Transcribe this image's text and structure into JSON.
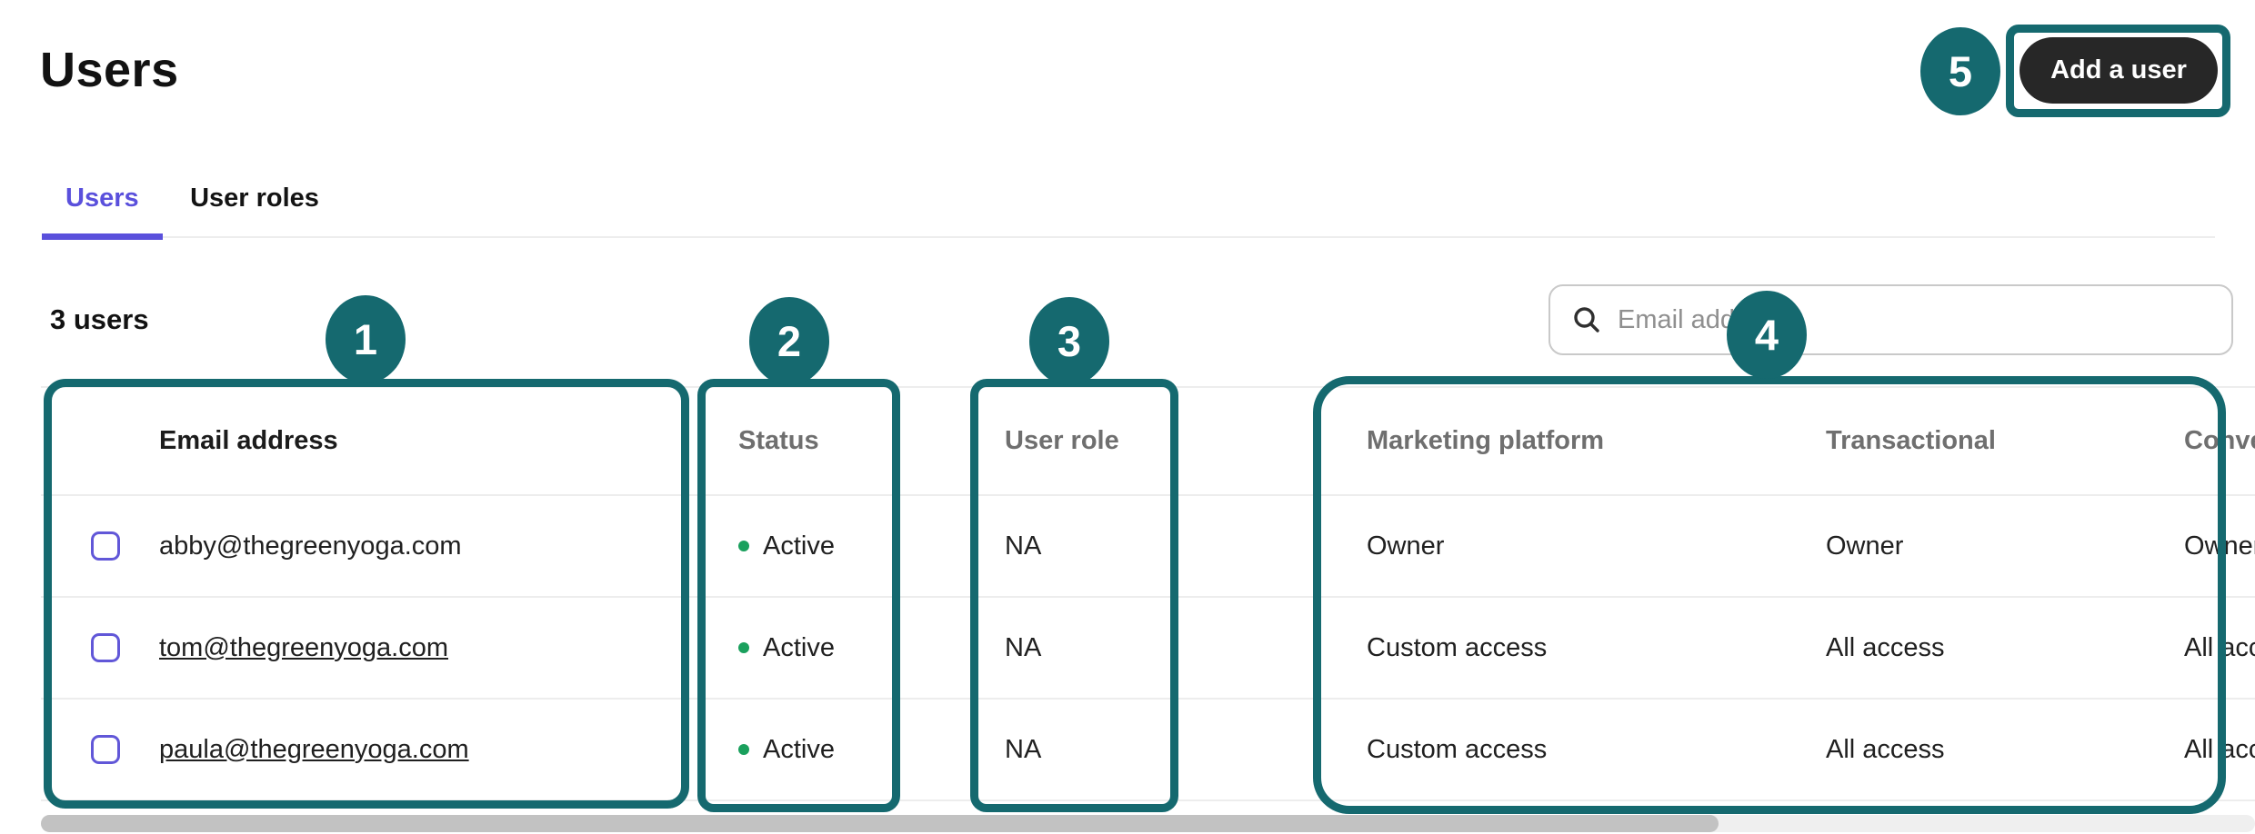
{
  "page": {
    "title": "Users"
  },
  "tabs": [
    {
      "label": "Users",
      "active": true
    },
    {
      "label": "User roles",
      "active": false
    }
  ],
  "toolbar": {
    "add_user_label": "Add a user"
  },
  "summary": {
    "users_count": "3 users"
  },
  "search": {
    "placeholder": "Email address",
    "icon": "magnifier"
  },
  "table": {
    "columns": [
      "Email address",
      "Status",
      "User role",
      "Marketing platform",
      "Transactional",
      "Conversations"
    ],
    "rows": [
      {
        "email": "abby@thegreenyoga.com",
        "status": "Active",
        "user_role": "NA",
        "marketing_platform": "Owner",
        "transactional": "Owner",
        "conversations": "Owner"
      },
      {
        "email": "tom@thegreenyoga.com",
        "status": "Active",
        "user_role": "NA",
        "marketing_platform": "Custom access",
        "transactional": "All access",
        "conversations": "All access"
      },
      {
        "email": "paula@thegreenyoga.com",
        "status": "Active",
        "user_role": "NA",
        "marketing_platform": "Custom access",
        "transactional": "All access",
        "conversations": "All access"
      }
    ]
  },
  "annotations": {
    "circles": [
      {
        "number": "1"
      },
      {
        "number": "2"
      },
      {
        "number": "3"
      },
      {
        "number": "4"
      },
      {
        "number": "5"
      }
    ]
  },
  "colors": {
    "accent_purple": "#5a50dc",
    "annotation_teal": "#15696f",
    "status_green": "#1aa05d",
    "button_bg": "#272727"
  }
}
